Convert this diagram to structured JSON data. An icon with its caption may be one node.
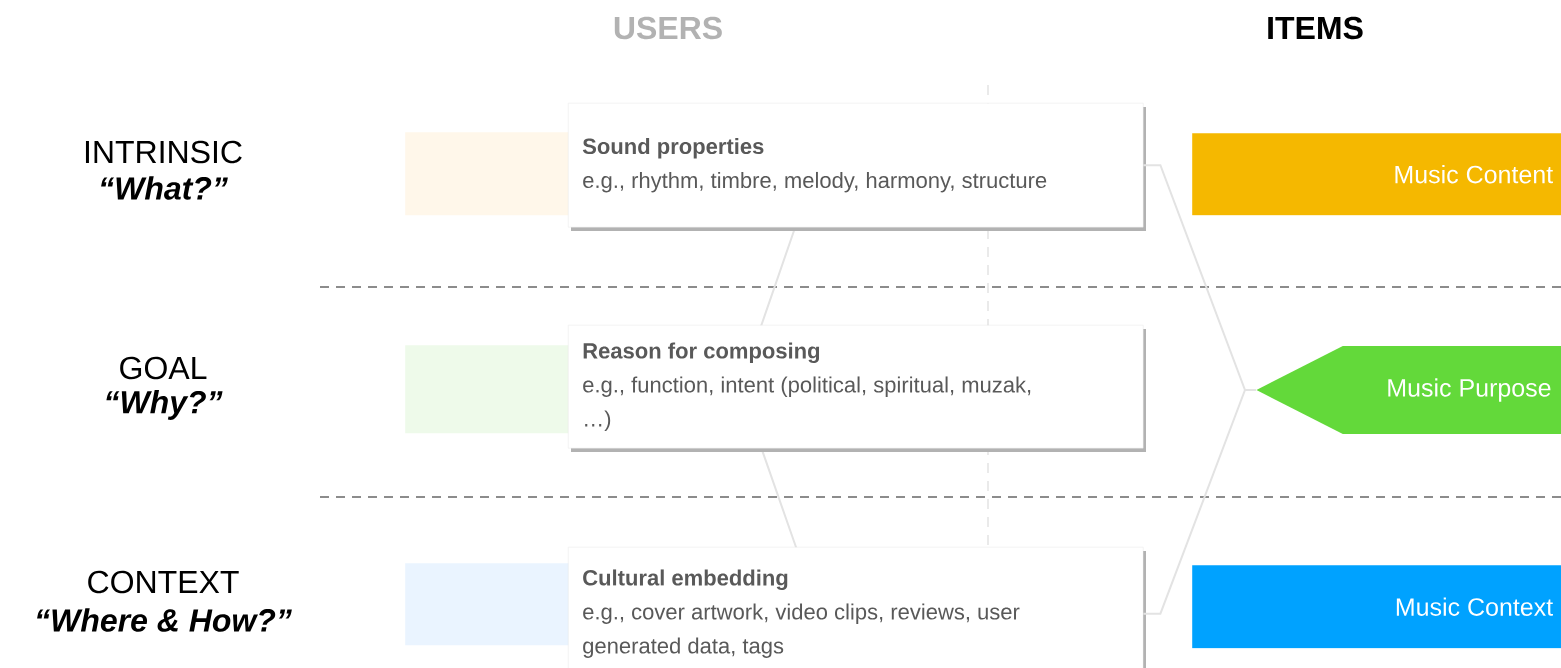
{
  "diagram": {
    "nodes": [
      {
        "text": [],
        "shape": "box"
      },
      {
        "text": [
          "Sound properties",
          "e.g., rhythm, timbre, melody, harmony, structure"
        ]
      },
      {
        "text": [
          "Music Content"
        ]
      },
      {
        "text": [],
        "shape": "box"
      },
      {
        "text": [
          "Reason for composing",
          "e.g., function, intent (political, spiritual, muzak, …)"
        ]
      },
      {
        "text": [
          "Music Purpose"
        ]
      },
      {
        "text": [],
        "shape": "box"
      },
      {
        "text": [
          "Cultural embedding",
          "e.g., cover artwork, video clips, reviews, user generated data, tags"
        ]
      },
      {
        "text": [
          "Music Context"
        ]
      }
    ],
    "edges": [
      {
        "from": 1,
        "to": 5,
        "arrow": "none"
      },
      {
        "from": 7,
        "to": 5,
        "arrow": "none"
      }
    ],
    "labels": [
      "USERS",
      "ITEMS",
      "INTRINSIC",
      "“What?”",
      "GOAL",
      "“Why?”",
      "CONTEXT",
      "“Where & How?”"
    ]
  }
}
